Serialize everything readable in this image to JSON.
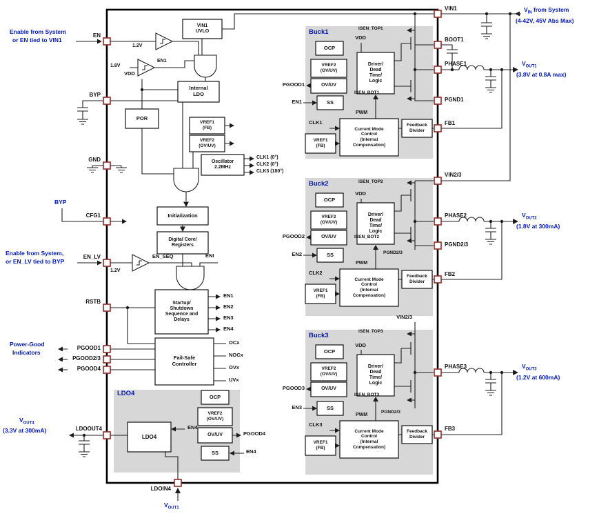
{
  "colors": {
    "blue": "#0016c0",
    "gray": "#d7d7d7",
    "pin_red": "#8f2a2a",
    "line": "#1c1c1c"
  },
  "pins": {
    "en": "EN",
    "byp": "BYP",
    "gnd": "GND",
    "cfg1": "CFG1",
    "en_lv": "EN_LV",
    "rstb": "RSTB",
    "pgood1": "PGOOD1",
    "pgood23": "PGOOD2/3",
    "pgood4": "PGOOD4",
    "ldoout4": "LDOOUT4",
    "ldoin4": "LDOIN4",
    "vin1": "VIN1",
    "boot1": "BOOT1",
    "phase1": "PHASE1",
    "pgnd1": "PGND1",
    "fb1": "FB1",
    "vin23": "VIN2/3",
    "phase2": "PHASE2",
    "pgnd23": "PGND2/3",
    "fb2": "FB2",
    "phase3": "PHASE3",
    "fb3": "FB3"
  },
  "ext_left": {
    "en_l1": "Enable from System",
    "en_l2": "or EN tied to VIN1",
    "byp": "BYP",
    "enlv_l1": "Enable from System,",
    "enlv_l2": "or EN_LV tied to BYP",
    "pg_l1": "Power-Good",
    "pg_l2": "Indicators",
    "vout4": {
      "v": "V",
      "sub": "OUT4",
      "l2": "(3.3V at 300mA)"
    },
    "vout1b": {
      "v": "V",
      "sub": "OUT1"
    }
  },
  "ext_right": {
    "vin": {
      "v": "V",
      "sub": "IN",
      "rest": " from System",
      "l2": "(4-42V, 45V Abs Max)"
    },
    "vout1": {
      "v": "V",
      "sub": "OUT1",
      "l2": "(3.8V at 0.8A max)"
    },
    "vout2": {
      "v": "V",
      "sub": "OUT2",
      "l2": "(1.8V at 300mA)"
    },
    "vout3": {
      "v": "V",
      "sub": "OUT3",
      "l2": "(1.2V at 600mA)"
    }
  },
  "core": {
    "uvlo_l1": "VIN1",
    "uvlo_l2": "UVLO",
    "thr12a": "1.2V",
    "thr18": "1.8V",
    "en1_sig": "EN1",
    "ldo_l1": "Internal",
    "ldo_l2": "LDO",
    "vdd": "VDD",
    "por": "POR",
    "vref1_l1": "VREF1",
    "vref1_l2": "(FB)",
    "vref2_l1": "VREF2",
    "vref2_l2": "(OV/UV)",
    "osc_l1": "Oscillator",
    "osc_l2": "2.2MHz",
    "clk1": "CLK1 (0°)",
    "clk2": "CLK2 (0°)",
    "clk3": "CLK3 (180°)",
    "init": "Initialization",
    "dcore_l1": "Digital Core/",
    "dcore_l2": "Registers",
    "thr12b": "1.2V",
    "en_seq": "EN_SEQ",
    "eni": "ENI",
    "startup_l1": "Startup/",
    "startup_l2": "Shutdown",
    "startup_l3": "Sequence and",
    "startup_l4": "Delays",
    "en_o1": "EN1",
    "en_o2": "EN2",
    "en_o3": "EN3",
    "en_o4": "EN4",
    "fs_l1": "Fail-Safe",
    "fs_l2": "Controller",
    "ocx": "OCx",
    "nocx": "NOCx",
    "ovx": "OVx",
    "uvx": "UVx"
  },
  "bucks": [
    {
      "title": "Buck1",
      "ocp": "OCP",
      "vref2_l1": "VREF2",
      "vref2_l2": "(OV/UV)",
      "ovuv": "OV/UV",
      "pgood": "PGOOD1",
      "ss": "SS",
      "en": "EN1",
      "vdd": "VDD",
      "isen_top": "ISEN_TOP1",
      "isen_bot": "ISEN_BOT1",
      "pwm": "PWM",
      "clk": "CLK1",
      "vref1_l1": "VREF1",
      "vref1_l2": "(FB)",
      "drv_l1": "Driver/",
      "drv_l2": "Dead",
      "drv_l3": "Time/",
      "drv_l4": "Logic",
      "cmc_l1": "Current Mode",
      "cmc_l2": "Control",
      "cmc_l3": "(Internal",
      "cmc_l4": "Compensation)",
      "fbd_l1": "Feedback",
      "fbd_l2": "Divider"
    },
    {
      "title": "Buck2",
      "ocp": "OCP",
      "vref2_l1": "VREF2",
      "vref2_l2": "(OV/UV)",
      "ovuv": "OV/UV",
      "pgood": "PGOOD2",
      "ss": "SS",
      "en": "EN2",
      "vdd": "VDD",
      "isen_top": "ISEN_TOP2",
      "isen_bot": "ISEN_BOT2",
      "pwm": "PWM",
      "clk": "CLK2",
      "vref1_l1": "VREF1",
      "vref1_l2": "(FB)",
      "drv_l1": "Driver/",
      "drv_l2": "Dead",
      "drv_l3": "Time/",
      "drv_l4": "Logic",
      "cmc_l1": "Current Mode",
      "cmc_l2": "Control",
      "cmc_l3": "(Internal",
      "cmc_l4": "Compensation)",
      "fbd_l1": "Feedback",
      "fbd_l2": "Divider",
      "pgnd": "PGND2/3"
    },
    {
      "title": "Buck3",
      "ocp": "OCP",
      "vref2_l1": "VREF2",
      "vref2_l2": "(OV/UV)",
      "ovuv": "OV/UV",
      "pgood": "PGOOD3",
      "ss": "SS",
      "en": "EN3",
      "vdd": "VDD",
      "isen_top": "ISEN_TOP3",
      "isen_bot": "ISEN_BOT3",
      "pwm": "PWM",
      "clk": "CLK3",
      "vref1_l1": "VREF1",
      "vref1_l2": "(FB)",
      "drv_l1": "Driver/",
      "drv_l2": "Dead",
      "drv_l3": "Time/",
      "drv_l4": "Logic",
      "cmc_l1": "Current Mode",
      "cmc_l2": "Control",
      "cmc_l3": "(Internal",
      "cmc_l4": "Compensation)",
      "fbd_l1": "Feedback",
      "fbd_l2": "Divider",
      "pgnd": "PGND2/3",
      "vin_ref": "VIN2/3"
    }
  ],
  "ldo4": {
    "title": "LDO4",
    "box": "LDO4",
    "en4": "EN4",
    "ocp": "OCP",
    "vref2_l1": "VREF2",
    "vref2_l2": "(OV/UV)",
    "ovuv": "OV/UV",
    "pgood": "PGOOD4",
    "ss": "SS",
    "en4b": "EN4"
  }
}
